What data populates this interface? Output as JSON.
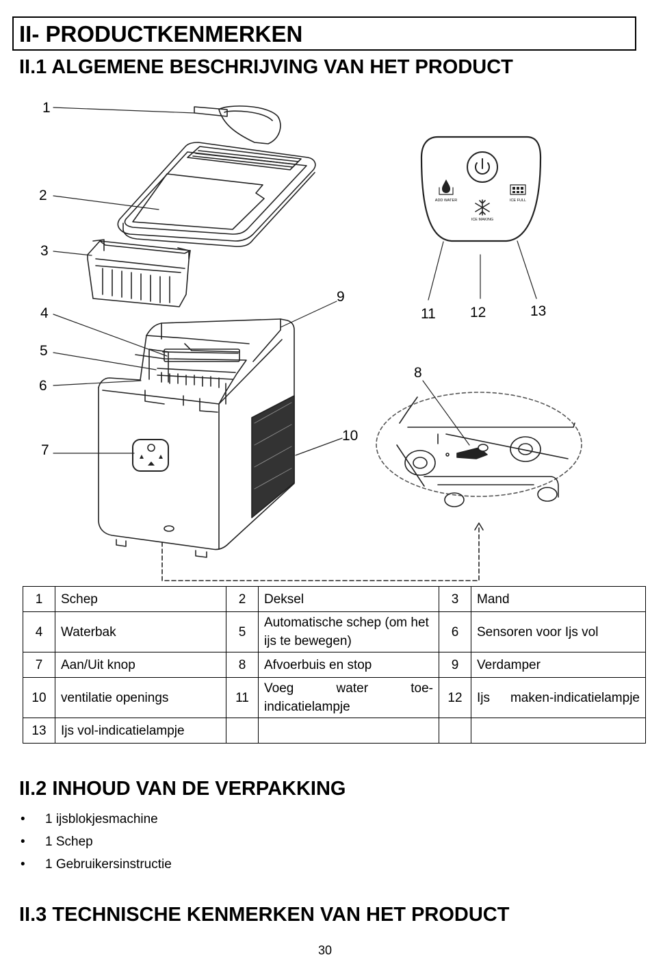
{
  "section_title": "II- PRODUCTKENMERKEN",
  "sub1_title": "II.1 ALGEMENE BESCHRIJVING VAN HET PRODUCT",
  "callouts": [
    "1",
    "2",
    "3",
    "4",
    "5",
    "6",
    "7",
    "8",
    "9",
    "10",
    "11",
    "12",
    "13"
  ],
  "panel_labels": {
    "add_water": "ADD WATER",
    "ice_full": "ICE FULL",
    "ice_making": "ICE MAKING"
  },
  "parts_table": {
    "rows": [
      [
        {
          "n": "1",
          "name": "Schep"
        },
        {
          "n": "2",
          "name": "Deksel"
        },
        {
          "n": "3",
          "name": "Mand"
        }
      ],
      [
        {
          "n": "4",
          "name": "Waterbak"
        },
        {
          "n": "5",
          "name": "Automatische schep (om het ijs te bewegen)"
        },
        {
          "n": "6",
          "name": "Sensoren voor Ijs vol"
        }
      ],
      [
        {
          "n": "7",
          "name": "Aan/Uit knop"
        },
        {
          "n": "8",
          "name": "Afvoerbuis en stop"
        },
        {
          "n": "9",
          "name": "Verdamper"
        }
      ],
      [
        {
          "n": "10",
          "name": "ventilatie openings"
        },
        {
          "n": "11",
          "name": "Voeg water toe-indicatielampje"
        },
        {
          "n": "12",
          "name": "Ijs maken-indicatielampje"
        }
      ],
      [
        {
          "n": "13",
          "name": "Ijs vol-indicatielampje"
        },
        {
          "n": "",
          "name": ""
        },
        {
          "n": "",
          "name": ""
        }
      ]
    ]
  },
  "sub2_title": "II.2 INHOUD VAN DE VERPAKKING",
  "package_items": [
    "1 ijsblokjesmachine",
    "1 Schep",
    "1 Gebruikersinstructie"
  ],
  "sub3_title": "II.3 TECHNISCHE KENMERKEN VAN HET PRODUCT",
  "page_number": "30"
}
